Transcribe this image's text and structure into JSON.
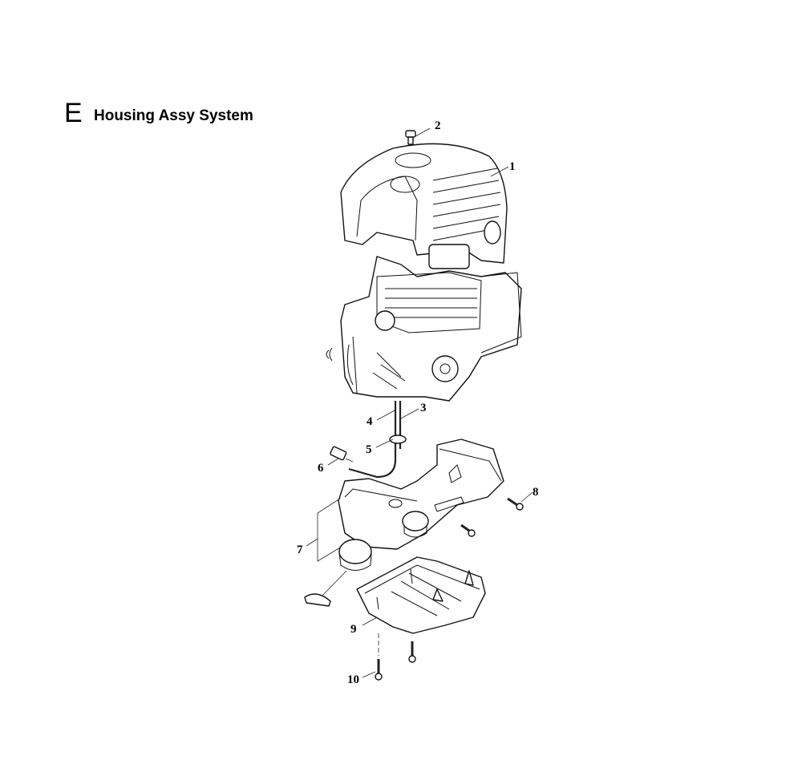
{
  "section": {
    "letter": "E",
    "title": "Housing Assy System"
  },
  "callouts": [
    {
      "id": "1",
      "part": "engine-cover"
    },
    {
      "id": "2",
      "part": "cover-screw"
    },
    {
      "id": "3",
      "part": "fuel-pipe"
    },
    {
      "id": "4",
      "part": "return-pipe"
    },
    {
      "id": "5",
      "part": "grommet"
    },
    {
      "id": "6",
      "part": "fuel-filter"
    },
    {
      "id": "7",
      "part": "fuel-tank-assy"
    },
    {
      "id": "8",
      "part": "tank-screw"
    },
    {
      "id": "9",
      "part": "tank-bottom-cover"
    },
    {
      "id": "10",
      "part": "cover-bolt"
    }
  ]
}
